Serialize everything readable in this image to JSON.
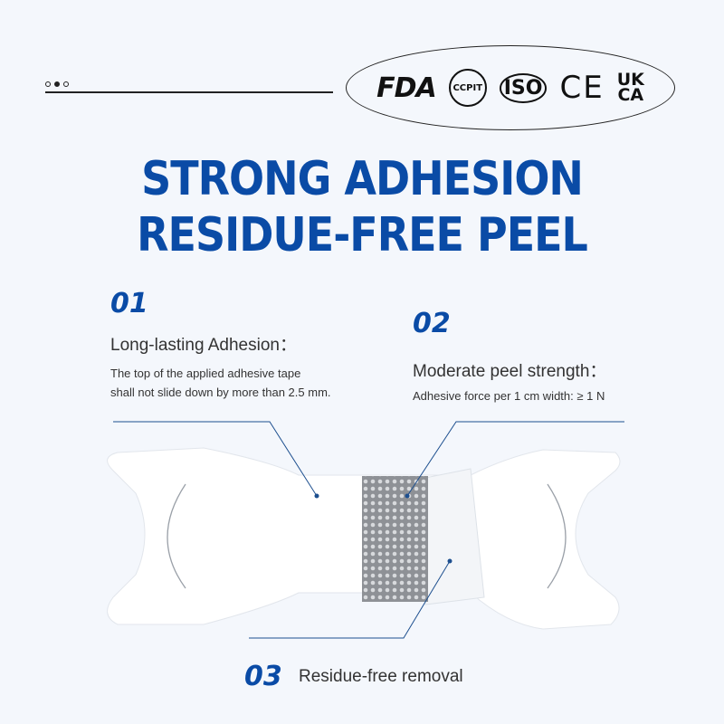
{
  "certifications": [
    "FDA",
    "CCPIT",
    "ISO",
    "CE",
    "UKCA"
  ],
  "headline": {
    "line1": "STRONG ADHESION",
    "line2": "RESIDUE-FREE PEEL"
  },
  "features": [
    {
      "number": "01",
      "title": "Long-lasting Adhesion：",
      "desc_line1": "The top of the applied adhesive tape",
      "desc_line2": "shall not slide down by more than 2.5 mm."
    },
    {
      "number": "02",
      "title": "Moderate peel strength：",
      "desc_line1": "Adhesive force per 1 cm width: ≥ 1 N"
    },
    {
      "number": "03",
      "title": "Residue-free removal"
    }
  ],
  "colors": {
    "brand_blue": "#0a4ba6",
    "background": "#f4f7fc"
  }
}
